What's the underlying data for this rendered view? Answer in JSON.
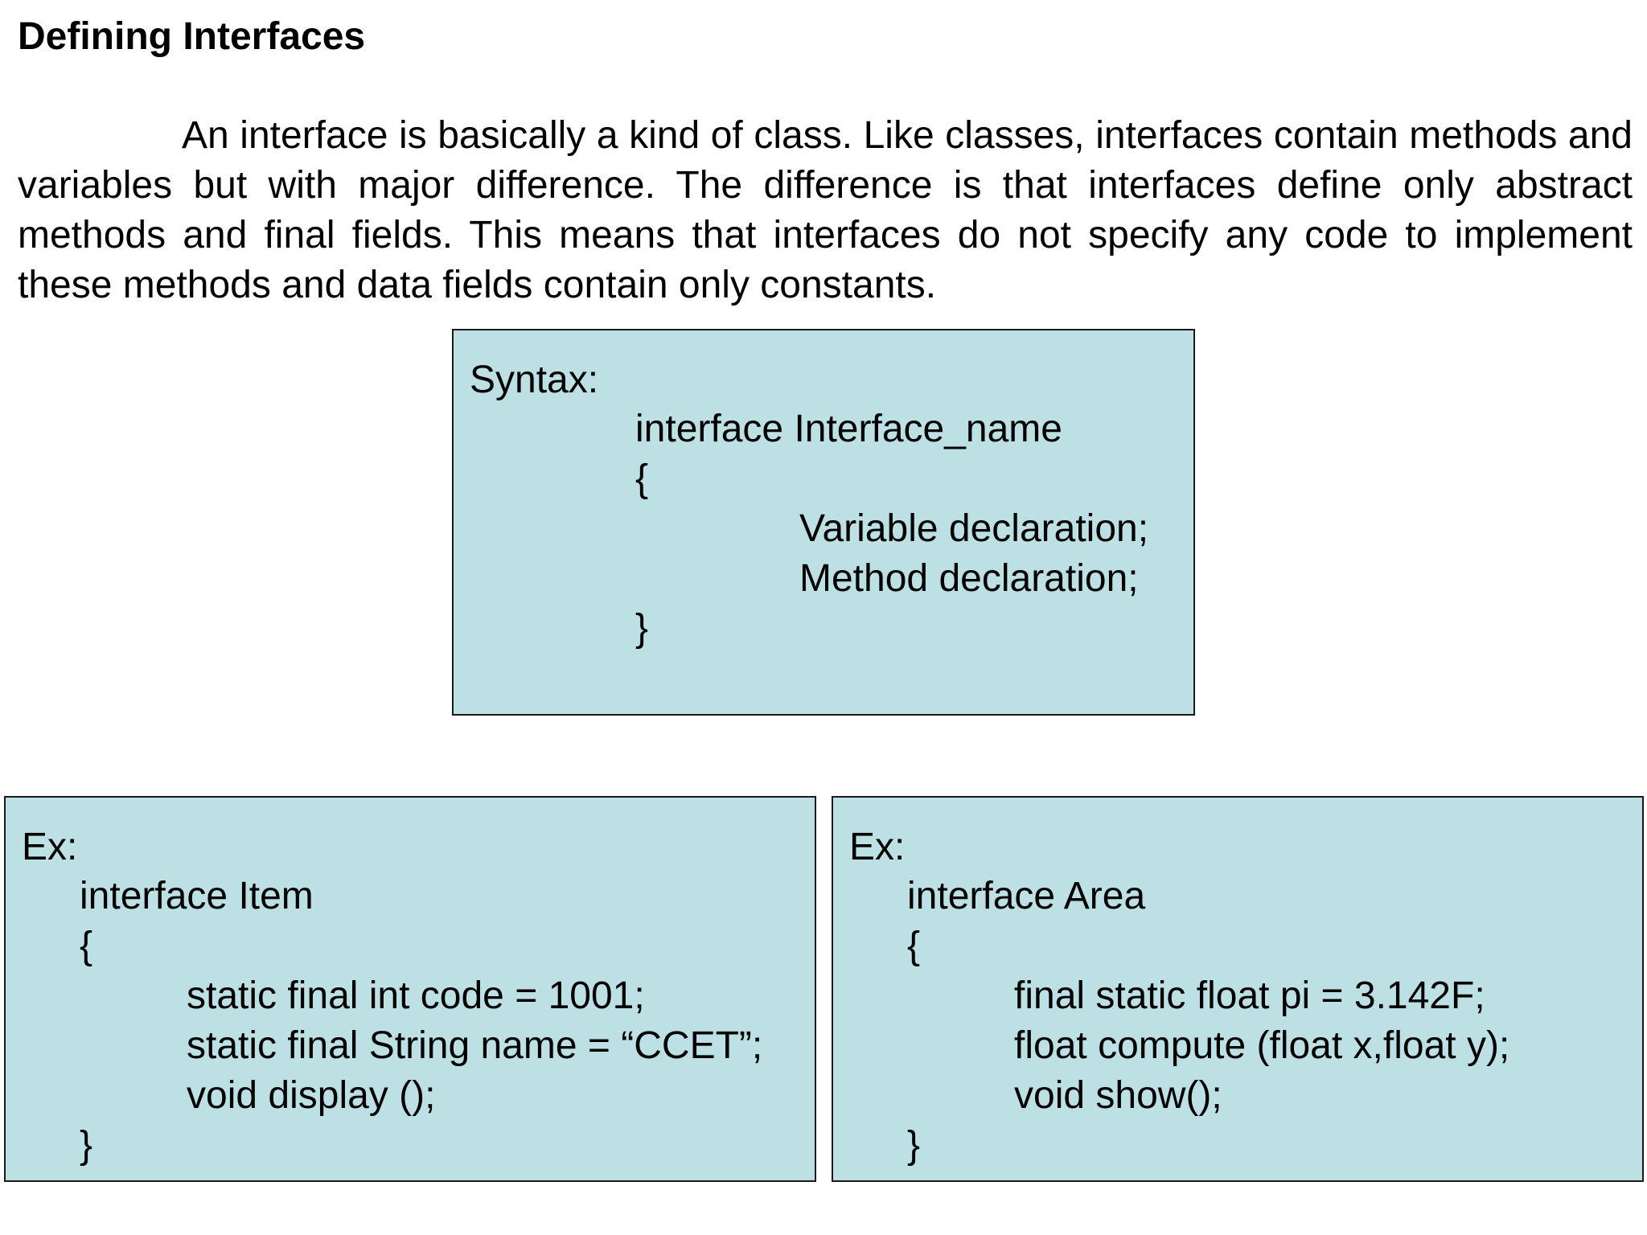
{
  "title": "Defining Interfaces",
  "intro": "An interface is basically a kind of class. Like classes, interfaces contain methods and variables but with major difference. The difference is that interfaces define only abstract methods and final fields. This means that interfaces do not specify any code to implement these methods and data fields contain only constants.",
  "syntax_box": {
    "label": "Syntax:",
    "header": "interface Interface_name",
    "open_brace": "{",
    "body": [
      "Variable declaration;",
      "Method declaration;"
    ],
    "close_brace": "}"
  },
  "examples": [
    {
      "label": "Ex:",
      "header": "interface Item",
      "open_brace": "{",
      "body": [
        "static final int code = 1001;",
        "static final String name = “CCET”;",
        "void display ();"
      ],
      "close_brace": "}"
    },
    {
      "label": "Ex:",
      "header": "interface Area",
      "open_brace": "{",
      "body": [
        "final static float pi = 3.142F;",
        "float compute (float x,float y);",
        "void show();"
      ],
      "close_brace": "}"
    }
  ],
  "colors": {
    "box_fill": "#bce0e3",
    "box_border": "#1a1a1a",
    "text": "#000000"
  }
}
